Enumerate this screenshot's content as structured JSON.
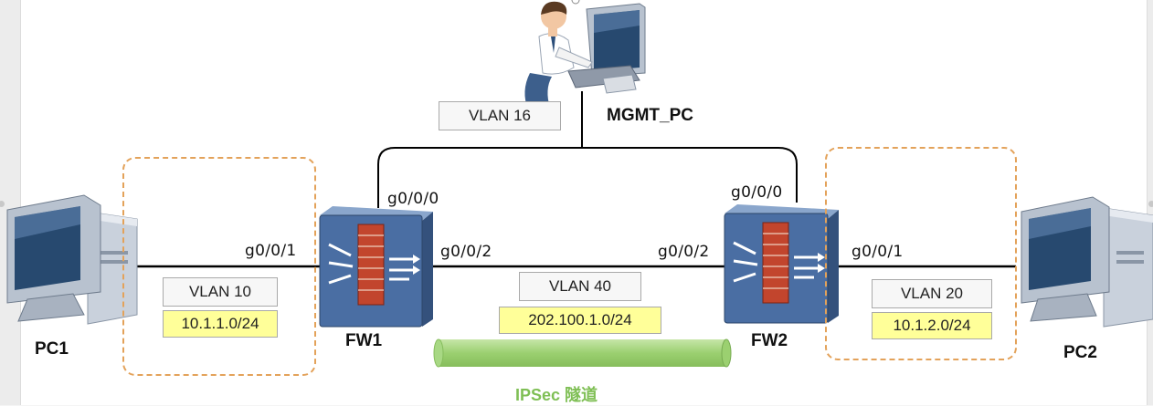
{
  "devices": {
    "mgmt_pc": "MGMT_PC",
    "fw1": "FW1",
    "fw2": "FW2",
    "pc1": "PC1",
    "pc2": "PC2"
  },
  "vlans": {
    "mgmt": "VLAN 16",
    "left": "VLAN 10",
    "middle": "VLAN 40",
    "right": "VLAN 20"
  },
  "subnets": {
    "left": "10.1.1.0/24",
    "middle": "202.100.1.0/24",
    "right": "10.1.2.0/24"
  },
  "ports": {
    "fw1_g000": "g0/0/0",
    "fw1_g001": "g0/0/1",
    "fw1_g002": "g0/0/2",
    "fw2_g000": "g0/0/0",
    "fw2_g001": "g0/0/1",
    "fw2_g002": "g0/0/2"
  },
  "tunnel": {
    "label": "IPSec 隧道",
    "color": "#7fbf55"
  },
  "colors": {
    "zone_border": "#e3a25a",
    "subnet_fill": "#ffff99",
    "firewall_blue": "#4a6ea3",
    "firewall_brick": "#c2452d"
  }
}
